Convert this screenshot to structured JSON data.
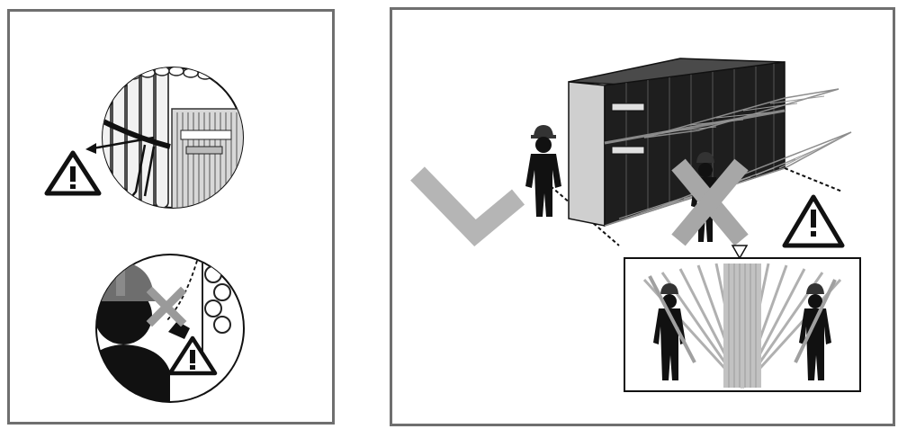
{
  "colors": {
    "frame": "#6f6f6f",
    "ink": "#111111",
    "check_mark": "#b5b5b5",
    "cross_mark": "#a7a7a7",
    "rack_dark": "#1e1e1e",
    "rack_mesh": "#8c8c8c"
  },
  "icons": [
    "warning-triangle-icon",
    "check-icon",
    "cross-icon",
    "hard-hat-worker-icon",
    "storage-rack-icon"
  ],
  "panels": {
    "left": {
      "scenes": [
        "rack-latch-detail",
        "worker-head-clearance"
      ]
    },
    "right": {
      "scenes": [
        "rack-door-swing",
        "door-sweep-detail"
      ]
    }
  }
}
